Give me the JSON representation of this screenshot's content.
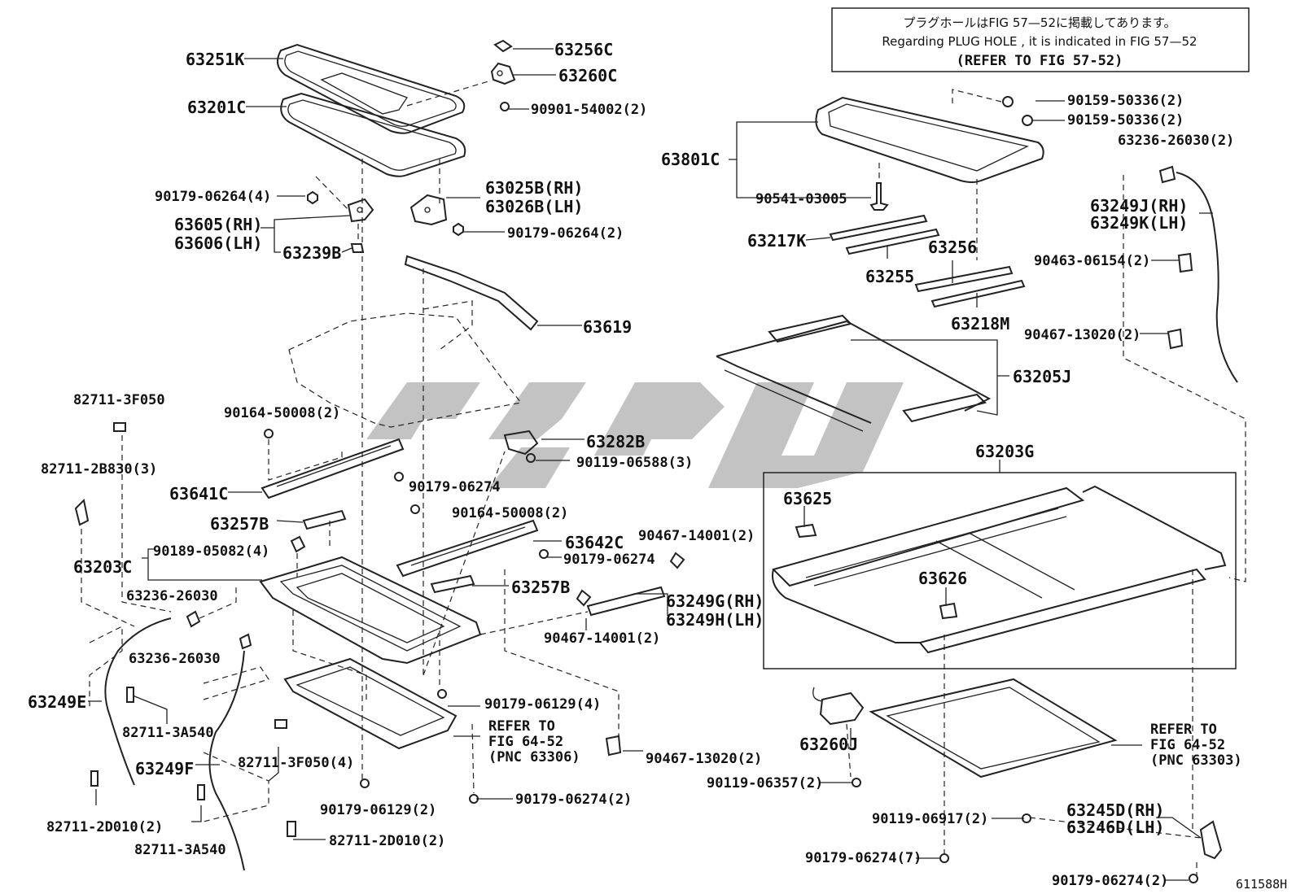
{
  "note": {
    "line1": "プラグホールはFIG 57—52に掲載してあります。",
    "line2": "Regarding  PLUG  HOLE , it is indicated in FIG  57—52",
    "line3": "(REFER TO FIG 57-52)"
  },
  "figure_id": "611588H",
  "parts": {
    "p63251K": "63251K",
    "p63201C": "63201C",
    "p63256C": "63256C",
    "p63260C": "63260C",
    "p90901_54002": "90901-54002(2)",
    "p90179_06264_4": "90179-06264(4)",
    "p63025B": "63025B(RH)",
    "p63026B": "63026B(LH)",
    "p63605": "63605(RH)",
    "p63606": "63606(LH)",
    "p63239B": "63239B",
    "p90179_06264_2": "90179-06264(2)",
    "p63619": "63619",
    "p82711_3F050": "82711-3F050",
    "p90164_50008_a": "90164-50008(2)",
    "p63282B": "63282B",
    "p90119_06588": "90119-06588(3)",
    "p82711_2B830": "82711-2B830(3)",
    "p90179_06274_a": "90179-06274",
    "p63641C": "63641C",
    "p90164_50008_b": "90164-50008(2)",
    "p63257B_a": "63257B",
    "p63642C": "63642C",
    "p90467_14001_a": "90467-14001(2)",
    "p90189_05082": "90189-05082(4)",
    "p90179_06274_b": "90179-06274",
    "p63203C": "63203C",
    "p63257B_b": "63257B",
    "p63236_26030_a": "63236-26030",
    "p63249G": "63249G(RH)",
    "p63249H": "63249H(LH)",
    "p90467_14001_b": "90467-14001(2)",
    "p63236_26030_b": "63236-26030",
    "p63249E": "63249E",
    "p90179_06129_4": "90179-06129(4)",
    "p82711_3A540_a": "82711-3A540",
    "p82711_3F050_4": "82711-3F050(4)",
    "p63249F": "63249F",
    "p90467_13020_a": "90467-13020(2)",
    "p90179_06129_2": "90179-06129(2)",
    "p90179_06274_2a": "90179-06274(2)",
    "p82711_2D010_a": "82711-2D010(2)",
    "p82711_2D010_b": "82711-2D010(2)",
    "p82711_3A540_b": "82711-3A540",
    "p90159_a": "90159-50336(2)",
    "p90159_b": "90159-50336(2)",
    "p63236_26030_2": "63236-26030(2)",
    "p63801C": "63801C",
    "p90541_03005": "90541-03005",
    "p63249J": "63249J(RH)",
    "p63249K": "63249K(LH)",
    "p63217K": "63217K",
    "p63256": "63256",
    "p90463_06154": "90463-06154(2)",
    "p63255": "63255",
    "p63218M": "63218M",
    "p90467_13020_b": "90467-13020(2)",
    "p63205J": "63205J",
    "p63203G": "63203G",
    "p63625": "63625",
    "p63626": "63626",
    "p63260J": "63260J",
    "p90119_06357": "90119-06357(2)",
    "p90119_06917": "90119-06917(2)",
    "p63245D": "63245D(RH)",
    "p63246D": "63246D(LH)",
    "p90179_06274_7": "90179-06274(7)",
    "p90179_06274_2b": "90179-06274(2)"
  },
  "refer_left": {
    "line1": "REFER  TO",
    "line2": "FIG  64-52",
    "line3": "(PNC 63306)"
  },
  "refer_right": {
    "line1": "REFER  TO",
    "line2": "FIG  64-52",
    "line3": "(PNC 63303)"
  }
}
